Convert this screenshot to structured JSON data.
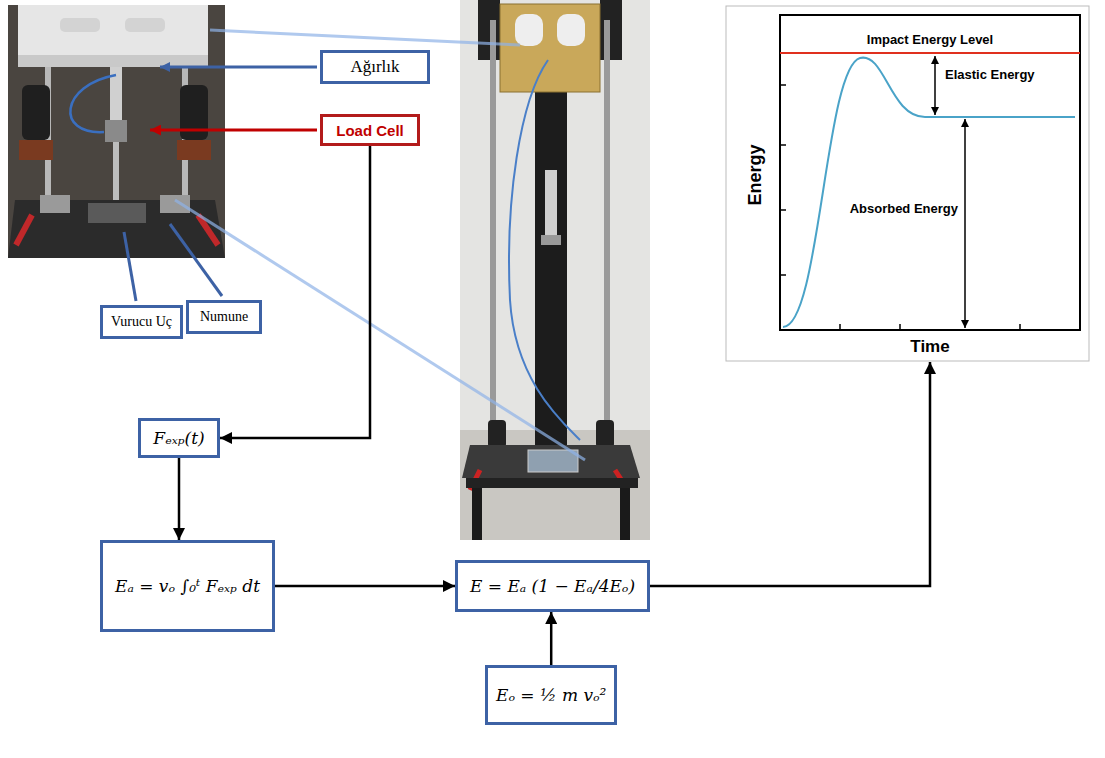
{
  "diagram": {
    "nodes": [
      {
        "text": [
          "Ağırlık"
        ]
      },
      {
        "text": [
          "Load Cell"
        ]
      },
      {
        "text": [
          "Vurucu Uç"
        ]
      },
      {
        "text": [
          "Numune"
        ]
      },
      {
        "text": [
          "Energy",
          "Time",
          "Impact Energy Level",
          "Elastic Energy",
          "Absorbed Energy"
        ]
      },
      {
        "text": [
          "Fₑₓₚ(t)"
        ]
      },
      {
        "text": [
          "Eₐ = vₒ ∫₀ᵗ Fₑₓₚ dt"
        ]
      },
      {
        "text": [
          "E = Eₐ (1 − Eₐ/4Eₒ)"
        ]
      },
      {
        "text": [
          "Eₒ = ½ m vₒ²"
        ]
      }
    ],
    "edges": [
      {
        "from": 1,
        "to": 5,
        "arrow": "to"
      },
      {
        "from": 5,
        "to": 6,
        "arrow": "to"
      },
      {
        "from": 6,
        "to": 7,
        "arrow": "to"
      },
      {
        "from": 8,
        "to": 7,
        "arrow": "to"
      },
      {
        "from": 7,
        "to": 4,
        "arrow": "to"
      }
    ]
  }
}
